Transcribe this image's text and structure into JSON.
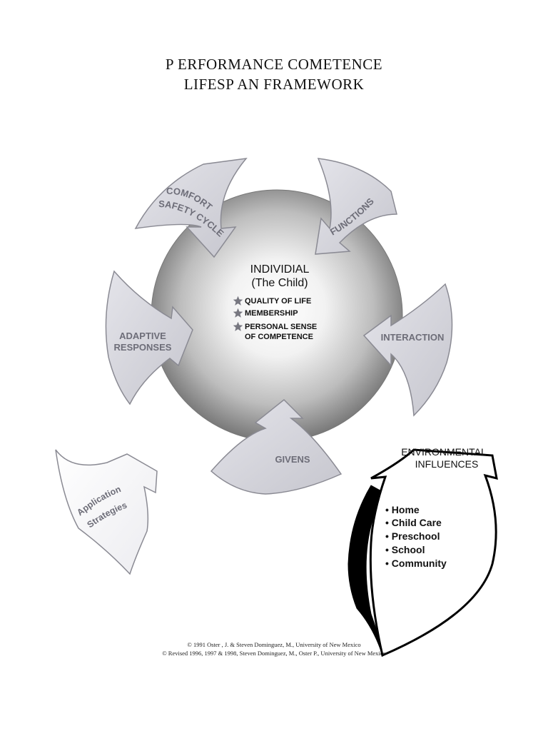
{
  "title": {
    "line1": "P ERFORMANCE COMETENCE",
    "line2": "LIFESP AN FRAMEWORK"
  },
  "center": {
    "heading": "INDIVIDIAL",
    "subheading": "(The Child)",
    "items": [
      "QUALITY OF LIFE",
      "MEMBERSHIP",
      "PERSONAL SENSE",
      "OF COMPETENCE"
    ],
    "bullet_icon": "star-icon"
  },
  "arrows": {
    "comfort_line1": "COMFORT",
    "comfort_line2": "SAFETY CYCLE",
    "functions": "FUNCTIONS",
    "interaction": "INTERACTION",
    "givens": "GIVENS",
    "adaptive_line1": "ADAPTIVE",
    "adaptive_line2": "RESPONSES",
    "application_line1": "Application",
    "application_line2": "Strategies"
  },
  "environment": {
    "title_line1": "ENVIRONMENTAL",
    "title_line2": "INFLUENCES",
    "items": [
      "• Home",
      "• Child Care",
      "• Preschool",
      "• School",
      "• Community"
    ]
  },
  "footer": {
    "line1": "© 1991 Oster  , J. & Steven Dominguez, M., University of New Mexico",
    "line2": "© Revised 1996, 1997 & 1998, Steven Dominguez, M., Oster P., University of New Mexico"
  },
  "colors": {
    "arrow_fill": "#cfcfd6",
    "arrow_stroke": "#8a8a93",
    "arrow_text": "#6d6d78",
    "sphere_dark": "#6e6e6e",
    "sphere_light": "#ffffff",
    "star": "#777780"
  }
}
